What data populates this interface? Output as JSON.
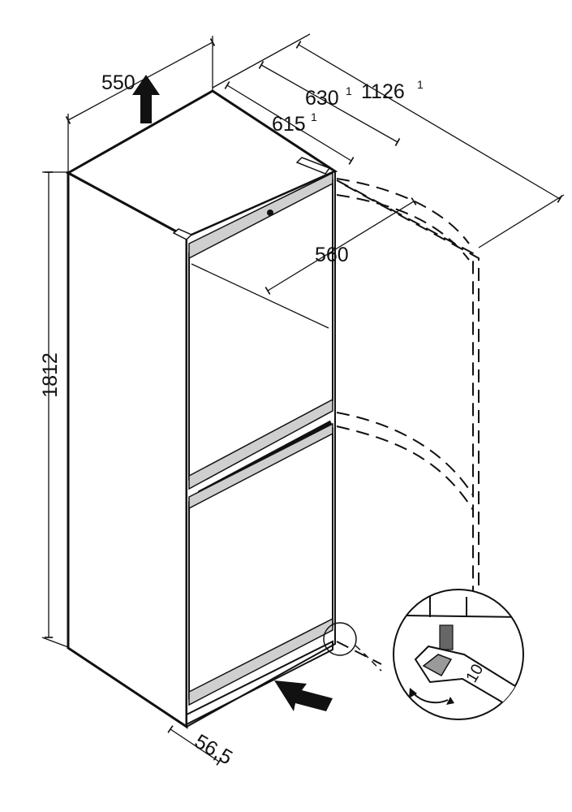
{
  "dimensions": {
    "height": "1812",
    "width": "550",
    "depth_closed": "615",
    "depth_closed_note": "1",
    "depth_with_handle": "630",
    "depth_with_handle_note": "1",
    "depth_door_open": "1126",
    "depth_door_open_note": "1",
    "door_inner_width": "560",
    "foot_offset": "56,5"
  },
  "detail": {
    "wrench_size": "10"
  },
  "colors": {
    "line": "#111111",
    "door_edge": "#cfcfcf",
    "arrow": "#111111"
  },
  "icons": [
    "up-arrow-icon",
    "push-arrow-icon",
    "rotate-arrows-icon",
    "wrench-icon"
  ]
}
